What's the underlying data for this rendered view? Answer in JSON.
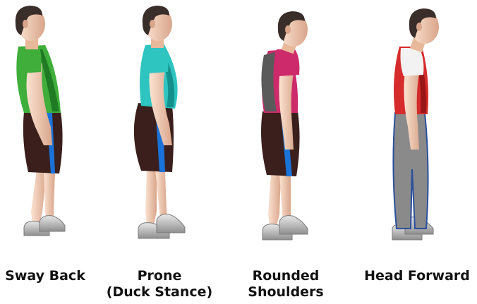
{
  "figures": [
    {
      "caption": [
        "Sway Back"
      ],
      "shirt_color": "#3fae3a",
      "shirt_dark": "#1f7a24",
      "pants_color": "#3a1f1c",
      "stripe_color": "#1a73d9"
    },
    {
      "caption": [
        "Prone",
        "(Duck Stance)"
      ],
      "shirt_color": "#2ec4c0",
      "shirt_dark": "#14908c",
      "pants_color": "#3a1f1c",
      "stripe_color": "#1a73d9"
    },
    {
      "caption": [
        "Rounded",
        "Shoulders"
      ],
      "shirt_color": "#cc2a6a",
      "shirt_dark": "#5a5a5a",
      "pants_color": "#3a1f1c",
      "stripe_color": "#1a73d9"
    },
    {
      "caption": [
        "Head Forward"
      ],
      "shirt_color": "#d62b2b",
      "shirt_dark": "#9a1616",
      "pants_color": "#8a8a8a",
      "stripe_color": "#2a4f9e"
    }
  ],
  "colors": {
    "skin": "#f0c9ad",
    "skin_shadow": "#d9a58a",
    "hair": "#3a2e2a",
    "shoe": "#bfbfbf",
    "shoe_dark": "#8f8f8f"
  }
}
